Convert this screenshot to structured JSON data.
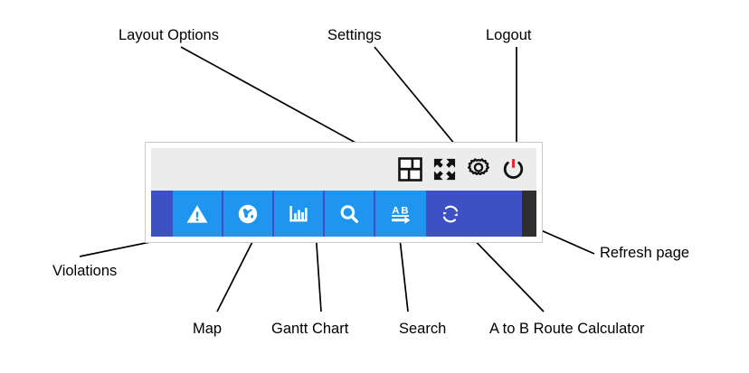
{
  "annotations": {
    "top": [
      {
        "id": "layout-options",
        "label": "Layout Options"
      },
      {
        "id": "settings",
        "label": "Settings"
      },
      {
        "id": "logout",
        "label": "Logout"
      }
    ],
    "bottom": [
      {
        "id": "violations",
        "label": "Violations"
      },
      {
        "id": "map",
        "label": "Map"
      },
      {
        "id": "gantt-chart",
        "label": "Gantt Chart"
      },
      {
        "id": "search",
        "label": "Search"
      },
      {
        "id": "route-calculator",
        "label": "A to B Route Calculator"
      }
    ],
    "right": [
      {
        "id": "refresh-page",
        "label": "Refresh page"
      }
    ]
  },
  "panel": {
    "topbar": {
      "icons": [
        {
          "id": "layout-grid",
          "name": "layout-grid-icon"
        },
        {
          "id": "fullscreen",
          "name": "fullscreen-icon"
        },
        {
          "id": "settings-gear",
          "name": "gear-icon"
        },
        {
          "id": "power",
          "name": "power-icon"
        }
      ]
    },
    "toolbar": {
      "buttons": [
        {
          "id": "violations",
          "name": "warning-triangle-icon"
        },
        {
          "id": "map",
          "name": "globe-icon"
        },
        {
          "id": "gantt",
          "name": "bar-chart-icon"
        },
        {
          "id": "search",
          "name": "magnifier-icon"
        },
        {
          "id": "route",
          "name": "a-to-b-arrow-icon"
        }
      ],
      "refresh": {
        "id": "refresh",
        "name": "refresh-icon"
      }
    }
  },
  "colors": {
    "toolbar_blue": "#3e51c4",
    "button_blue": "#1e96f0",
    "topbar_grey": "#ececec",
    "power_accent": "#e8201a",
    "dark_strip": "#2f2f2f",
    "icon_white": "#ffffff",
    "icon_black": "#111111",
    "label_text": "#000000"
  }
}
